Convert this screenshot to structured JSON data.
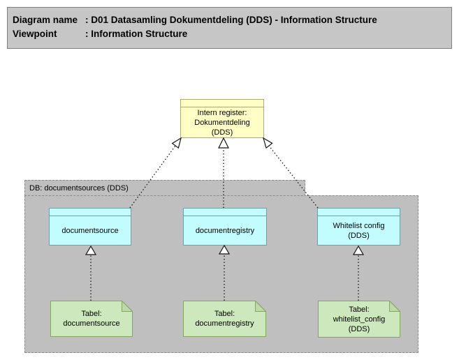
{
  "header": {
    "rows": [
      {
        "label": "Diagram name",
        "value": ": D01 Datasamling Dokumentdeling (DDS) - Information Structure"
      },
      {
        "label": "Viewpoint",
        "value": ": Information Structure"
      }
    ]
  },
  "diagram": {
    "business_object": {
      "label": "Intern register:\nDokumentdeling\n(DDS)"
    },
    "group": {
      "label": "DB: documentsources (DDS)"
    },
    "entities": [
      {
        "label": "documentsource"
      },
      {
        "label": "documentregistry"
      },
      {
        "label": "Whitelist config\n(DDS)"
      }
    ],
    "notes": [
      {
        "label": "Tabel:\ndocumentsource"
      },
      {
        "label": "Tabel:\ndocumentregistry"
      },
      {
        "label": "Tabel:\nwhitelist_config\n(DDS)"
      }
    ],
    "relationships": {
      "type": "realization",
      "line_style": "dotted",
      "arrowhead": "hollow-triangle",
      "links": [
        {
          "from": "documentsource",
          "to": "Intern register: Dokumentdeling (DDS)"
        },
        {
          "from": "documentregistry",
          "to": "Intern register: Dokumentdeling (DDS)"
        },
        {
          "from": "Whitelist config (DDS)",
          "to": "Intern register: Dokumentdeling (DDS)"
        },
        {
          "from": "Tabel: documentsource",
          "to": "documentsource"
        },
        {
          "from": "Tabel: documentregistry",
          "to": "documentregistry"
        },
        {
          "from": "Tabel: whitelist_config (DDS)",
          "to": "Whitelist config (DDS)"
        }
      ]
    },
    "colors": {
      "header_fill": "#C6C6C6",
      "header_border": "#7F7F7F",
      "group_fill": "#BFBFBF",
      "group_border": "#8A8A8A",
      "object_fill": "#FFFFC5",
      "object_border": "#ABAB6B",
      "entity_fill": "#C2FCFF",
      "entity_border": "#6FA0A3",
      "note_fill": "#CEE8BD",
      "note_border": "#86A563",
      "note_fold": "#BCD9A9"
    }
  }
}
